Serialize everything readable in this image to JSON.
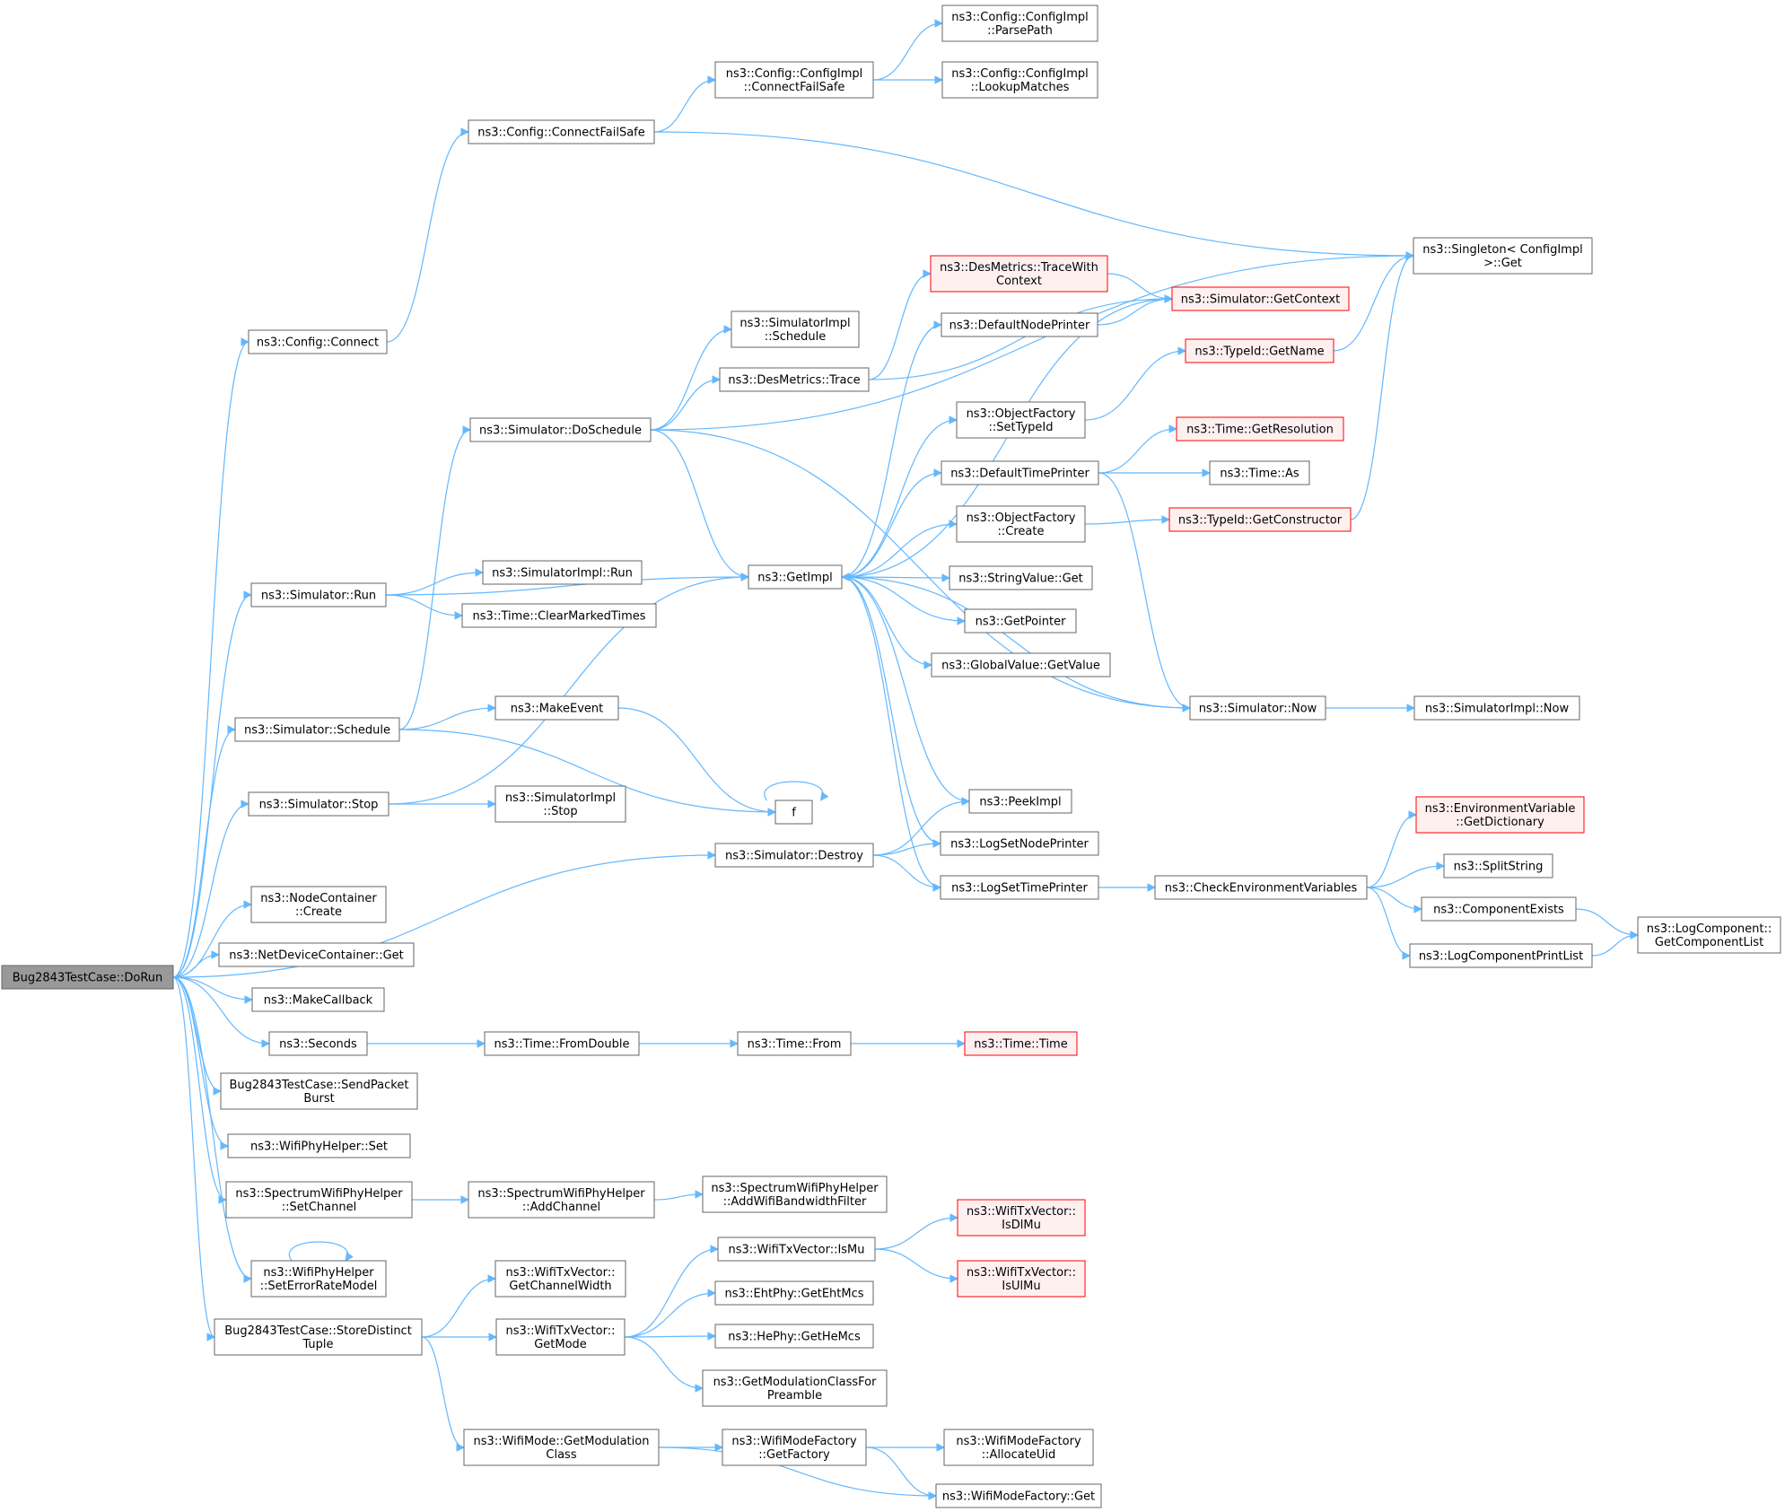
{
  "diagram": {
    "colors": {
      "edge": "#63b8ff",
      "node_border": "#666666",
      "root_fill": "#999999",
      "missing_border": "#ff0000",
      "missing_fill": "#fff0f0"
    },
    "nodes": [
      {
        "id": "root",
        "lines": [
          "Bug2843TestCase::DoRun"
        ],
        "kind": "root"
      },
      {
        "id": "parsepath",
        "lines": [
          "ns3::Config::ConfigImpl",
          "::ParsePath"
        ]
      },
      {
        "id": "lookupmatches",
        "lines": [
          "ns3::Config::ConfigImpl",
          "::LookupMatches"
        ]
      },
      {
        "id": "connectfailsafe_impl",
        "lines": [
          "ns3::Config::ConfigImpl",
          "::ConnectFailSafe"
        ]
      },
      {
        "id": "connectfailsafe",
        "lines": [
          "ns3::Config::ConnectFailSafe"
        ]
      },
      {
        "id": "singleton_get",
        "lines": [
          "ns3::Singleton< ConfigImpl",
          ">::Get"
        ]
      },
      {
        "id": "tracewithcontext",
        "lines": [
          "ns3::DesMetrics::TraceWith",
          "Context"
        ],
        "kind": "red"
      },
      {
        "id": "getcontext",
        "lines": [
          "ns3::Simulator::GetContext"
        ],
        "kind": "red"
      },
      {
        "id": "defaultnodeprinter",
        "lines": [
          "ns3::DefaultNodePrinter"
        ]
      },
      {
        "id": "simimpl_schedule",
        "lines": [
          "ns3::SimulatorImpl",
          "::Schedule"
        ]
      },
      {
        "id": "config_connect",
        "lines": [
          "ns3::Config::Connect"
        ]
      },
      {
        "id": "typeid_getname",
        "lines": [
          "ns3::TypeId::GetName"
        ],
        "kind": "red"
      },
      {
        "id": "desmetrics_trace",
        "lines": [
          "ns3::DesMetrics::Trace"
        ]
      },
      {
        "id": "of_settypeid",
        "lines": [
          "ns3::ObjectFactory",
          "::SetTypeId"
        ]
      },
      {
        "id": "doschedule",
        "lines": [
          "ns3::Simulator::DoSchedule"
        ]
      },
      {
        "id": "time_getresolution",
        "lines": [
          "ns3::Time::GetResolution"
        ],
        "kind": "red"
      },
      {
        "id": "defaulttimeprinter",
        "lines": [
          "ns3::DefaultTimePrinter"
        ]
      },
      {
        "id": "time_as",
        "lines": [
          "ns3::Time::As"
        ]
      },
      {
        "id": "of_create",
        "lines": [
          "ns3::ObjectFactory",
          "::Create"
        ]
      },
      {
        "id": "typeid_getconstructor",
        "lines": [
          "ns3::TypeId::GetConstructor"
        ],
        "kind": "red"
      },
      {
        "id": "simimpl_run",
        "lines": [
          "ns3::SimulatorImpl::Run"
        ]
      },
      {
        "id": "getimpl",
        "lines": [
          "ns3::GetImpl"
        ]
      },
      {
        "id": "stringvalue_get",
        "lines": [
          "ns3::StringValue::Get"
        ]
      },
      {
        "id": "sim_run",
        "lines": [
          "ns3::Simulator::Run"
        ]
      },
      {
        "id": "clearmarkedtimes",
        "lines": [
          "ns3::Time::ClearMarkedTimes"
        ]
      },
      {
        "id": "getpointer",
        "lines": [
          "ns3::GetPointer"
        ]
      },
      {
        "id": "globalvalue_getvalue",
        "lines": [
          "ns3::GlobalValue::GetValue"
        ]
      },
      {
        "id": "makeevent",
        "lines": [
          "ns3::MakeEvent"
        ]
      },
      {
        "id": "sim_schedule",
        "lines": [
          "ns3::Simulator::Schedule"
        ]
      },
      {
        "id": "sim_now",
        "lines": [
          "ns3::Simulator::Now"
        ]
      },
      {
        "id": "simimpl_now",
        "lines": [
          "ns3::SimulatorImpl::Now"
        ]
      },
      {
        "id": "peekimpl",
        "lines": [
          "ns3::PeekImpl"
        ]
      },
      {
        "id": "simimpl_stop",
        "lines": [
          "ns3::SimulatorImpl",
          "::Stop"
        ]
      },
      {
        "id": "sim_stop",
        "lines": [
          "ns3::Simulator::Stop"
        ]
      },
      {
        "id": "f",
        "lines": [
          "f"
        ]
      },
      {
        "id": "envvar_getdict",
        "lines": [
          "ns3::EnvironmentVariable",
          "::GetDictionary"
        ],
        "kind": "red"
      },
      {
        "id": "sim_destroy",
        "lines": [
          "ns3::Simulator::Destroy"
        ]
      },
      {
        "id": "logsetnodeprinter",
        "lines": [
          "ns3::LogSetNodePrinter"
        ]
      },
      {
        "id": "splitstring",
        "lines": [
          "ns3::SplitString"
        ]
      },
      {
        "id": "logsettimeprinter",
        "lines": [
          "ns3::LogSetTimePrinter"
        ]
      },
      {
        "id": "checkenvvars",
        "lines": [
          "ns3::CheckEnvironmentVariables"
        ]
      },
      {
        "id": "nodecontainer_create",
        "lines": [
          "ns3::NodeContainer",
          "::Create"
        ]
      },
      {
        "id": "componentexists",
        "lines": [
          "ns3::ComponentExists"
        ]
      },
      {
        "id": "logcomponent_getlist",
        "lines": [
          "ns3::LogComponent::",
          "GetComponentList"
        ]
      },
      {
        "id": "netdevicecontainer_get",
        "lines": [
          "ns3::NetDeviceContainer::Get"
        ]
      },
      {
        "id": "logcomponentprintlist",
        "lines": [
          "ns3::LogComponentPrintList"
        ]
      },
      {
        "id": "makecallback",
        "lines": [
          "ns3::MakeCallback"
        ]
      },
      {
        "id": "seconds",
        "lines": [
          "ns3::Seconds"
        ]
      },
      {
        "id": "time_fromdouble",
        "lines": [
          "ns3::Time::FromDouble"
        ]
      },
      {
        "id": "time_from",
        "lines": [
          "ns3::Time::From"
        ]
      },
      {
        "id": "time_time",
        "lines": [
          "ns3::Time::Time"
        ],
        "kind": "red"
      },
      {
        "id": "sendpacketburst",
        "lines": [
          "Bug2843TestCase::SendPacket",
          "Burst"
        ]
      },
      {
        "id": "wifiphyhelper_set",
        "lines": [
          "ns3::WifiPhyHelper::Set"
        ]
      },
      {
        "id": "spectrum_addwifibwfilter",
        "lines": [
          "ns3::SpectrumWifiPhyHelper",
          "::AddWifiBandwidthFilter"
        ]
      },
      {
        "id": "spectrum_setchannel",
        "lines": [
          "ns3::SpectrumWifiPhyHelper",
          "::SetChannel"
        ]
      },
      {
        "id": "spectrum_addchannel",
        "lines": [
          "ns3::SpectrumWifiPhyHelper",
          "::AddChannel"
        ]
      },
      {
        "id": "isdlmu",
        "lines": [
          "ns3::WifiTxVector::",
          "IsDlMu"
        ],
        "kind": "red"
      },
      {
        "id": "ismu",
        "lines": [
          "ns3::WifiTxVector::IsMu"
        ]
      },
      {
        "id": "seterrorratemodel",
        "lines": [
          "ns3::WifiPhyHelper",
          "::SetErrorRateModel"
        ]
      },
      {
        "id": "isulmu",
        "lines": [
          "ns3::WifiTxVector::",
          "IsUlMu"
        ],
        "kind": "red"
      },
      {
        "id": "getchannelwidth",
        "lines": [
          "ns3::WifiTxVector::",
          "GetChannelWidth"
        ]
      },
      {
        "id": "getehtmcs",
        "lines": [
          "ns3::EhtPhy::GetEhtMcs"
        ]
      },
      {
        "id": "storedistincttuple",
        "lines": [
          "Bug2843TestCase::StoreDistinct",
          "Tuple"
        ]
      },
      {
        "id": "getmode",
        "lines": [
          "ns3::WifiTxVector::",
          "GetMode"
        ]
      },
      {
        "id": "gethemcs",
        "lines": [
          "ns3::HePhy::GetHeMcs"
        ]
      },
      {
        "id": "getmodclassforpreamble",
        "lines": [
          "ns3::GetModulationClassFor",
          "Preamble"
        ]
      },
      {
        "id": "wifimode_getmodclass",
        "lines": [
          "ns3::WifiMode::GetModulation",
          "Class"
        ]
      },
      {
        "id": "wmf_getfactory",
        "lines": [
          "ns3::WifiModeFactory",
          "::GetFactory"
        ]
      },
      {
        "id": "wmf_allocateuid",
        "lines": [
          "ns3::WifiModeFactory",
          "::AllocateUid"
        ]
      },
      {
        "id": "wmf_get",
        "lines": [
          "ns3::WifiModeFactory::Get"
        ]
      }
    ],
    "edges": [
      [
        "connectfailsafe_impl",
        "parsepath"
      ],
      [
        "connectfailsafe_impl",
        "lookupmatches"
      ],
      [
        "connectfailsafe",
        "connectfailsafe_impl"
      ],
      [
        "connectfailsafe",
        "singleton_get"
      ],
      [
        "config_connect",
        "connectfailsafe"
      ],
      [
        "root",
        "config_connect"
      ],
      [
        "doschedule",
        "singleton_get"
      ],
      [
        "doschedule",
        "simimpl_schedule"
      ],
      [
        "doschedule",
        "desmetrics_trace"
      ],
      [
        "doschedule",
        "getimpl"
      ],
      [
        "doschedule",
        "sim_now"
      ],
      [
        "desmetrics_trace",
        "tracewithcontext"
      ],
      [
        "desmetrics_trace",
        "getcontext"
      ],
      [
        "tracewithcontext",
        "getcontext"
      ],
      [
        "defaultnodeprinter",
        "getcontext"
      ],
      [
        "typeid_getname",
        "singleton_get"
      ],
      [
        "of_settypeid",
        "typeid_getname"
      ],
      [
        "defaulttimeprinter",
        "time_getresolution"
      ],
      [
        "defaulttimeprinter",
        "time_as"
      ],
      [
        "defaulttimeprinter",
        "sim_now"
      ],
      [
        "of_create",
        "typeid_getconstructor"
      ],
      [
        "typeid_getconstructor",
        "singleton_get"
      ],
      [
        "getimpl",
        "getcontext"
      ],
      [
        "getimpl",
        "defaultnodeprinter"
      ],
      [
        "getimpl",
        "of_settypeid"
      ],
      [
        "getimpl",
        "defaulttimeprinter"
      ],
      [
        "getimpl",
        "of_create"
      ],
      [
        "getimpl",
        "stringvalue_get"
      ],
      [
        "getimpl",
        "getpointer"
      ],
      [
        "getimpl",
        "globalvalue_getvalue"
      ],
      [
        "getimpl",
        "peekimpl"
      ],
      [
        "getimpl",
        "logsetnodeprinter"
      ],
      [
        "getimpl",
        "logsettimeprinter"
      ],
      [
        "sim_now",
        "getimpl"
      ],
      [
        "sim_now",
        "simimpl_now"
      ],
      [
        "root",
        "sim_run"
      ],
      [
        "sim_run",
        "getimpl"
      ],
      [
        "sim_run",
        "simimpl_run"
      ],
      [
        "sim_run",
        "clearmarkedtimes"
      ],
      [
        "root",
        "sim_schedule"
      ],
      [
        "sim_schedule",
        "doschedule"
      ],
      [
        "sim_schedule",
        "makeevent"
      ],
      [
        "sim_schedule",
        "f"
      ],
      [
        "makeevent",
        "f"
      ],
      [
        "f",
        "f"
      ],
      [
        "root",
        "sim_stop"
      ],
      [
        "sim_stop",
        "getimpl"
      ],
      [
        "sim_stop",
        "simimpl_stop"
      ],
      [
        "root",
        "sim_destroy"
      ],
      [
        "sim_destroy",
        "peekimpl"
      ],
      [
        "sim_destroy",
        "logsetnodeprinter"
      ],
      [
        "sim_destroy",
        "logsettimeprinter"
      ],
      [
        "logsettimeprinter",
        "checkenvvars"
      ],
      [
        "checkenvvars",
        "envvar_getdict"
      ],
      [
        "checkenvvars",
        "splitstring"
      ],
      [
        "checkenvvars",
        "componentexists"
      ],
      [
        "checkenvvars",
        "logcomponentprintlist"
      ],
      [
        "componentexists",
        "logcomponent_getlist"
      ],
      [
        "logcomponentprintlist",
        "logcomponent_getlist"
      ],
      [
        "root",
        "nodecontainer_create"
      ],
      [
        "root",
        "netdevicecontainer_get"
      ],
      [
        "root",
        "makecallback"
      ],
      [
        "root",
        "seconds"
      ],
      [
        "seconds",
        "time_fromdouble"
      ],
      [
        "time_fromdouble",
        "time_from"
      ],
      [
        "time_from",
        "time_time"
      ],
      [
        "root",
        "sendpacketburst"
      ],
      [
        "root",
        "wifiphyhelper_set"
      ],
      [
        "root",
        "spectrum_setchannel"
      ],
      [
        "spectrum_setchannel",
        "spectrum_addchannel"
      ],
      [
        "spectrum_addchannel",
        "spectrum_addwifibwfilter"
      ],
      [
        "root",
        "seterrorratemodel"
      ],
      [
        "seterrorratemodel",
        "seterrorratemodel"
      ],
      [
        "root",
        "storedistincttuple"
      ],
      [
        "storedistincttuple",
        "getchannelwidth"
      ],
      [
        "storedistincttuple",
        "getmode"
      ],
      [
        "storedistincttuple",
        "wifimode_getmodclass"
      ],
      [
        "getmode",
        "ismu"
      ],
      [
        "getmode",
        "getehtmcs"
      ],
      [
        "getmode",
        "gethemcs"
      ],
      [
        "getmode",
        "getmodclassforpreamble"
      ],
      [
        "ismu",
        "isdlmu"
      ],
      [
        "ismu",
        "isulmu"
      ],
      [
        "wifimode_getmodclass",
        "wmf_getfactory"
      ],
      [
        "wifimode_getmodclass",
        "wmf_get"
      ],
      [
        "wmf_getfactory",
        "wmf_allocateuid"
      ],
      [
        "wmf_getfactory",
        "wmf_get"
      ]
    ]
  }
}
